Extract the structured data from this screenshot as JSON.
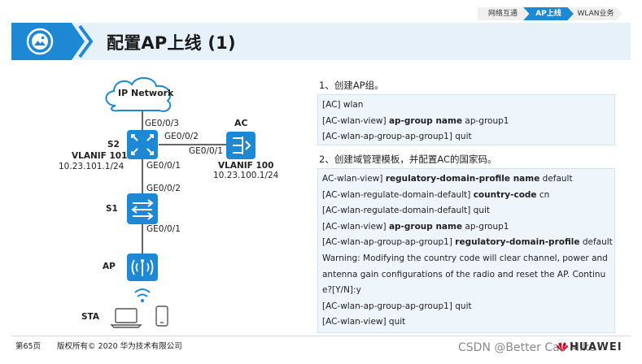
{
  "breadcrumb": [
    "网络互通",
    "AP上线",
    "WLAN业务"
  ],
  "title": "配置AP上线 (1)",
  "diagram": {
    "cloud_label": "IP Network",
    "s2_name": "S2",
    "s2_vlanif": "VLANIF 101",
    "s2_ip": "10.23.101.1/24",
    "ac_name": "AC",
    "ac_vlanif": "VLANIF 100",
    "ac_ip": "10.23.100.1/24",
    "s1_name": "S1",
    "ap_name": "AP",
    "sta_name": "STA",
    "ports": {
      "s2_up": "GE0/0/3",
      "s2_to_ac": "GE0/0/2",
      "ac_port": "GE0/0/1",
      "s2_down": "GE0/0/1",
      "s1_up": "GE0/0/2",
      "s1_down": "GE0/0/1"
    }
  },
  "step1": {
    "heading": "1、创建AP组。",
    "lines": [
      {
        "pre": "[AC] wlan",
        "bold": "",
        "post": ""
      },
      {
        "pre": "[AC-wlan-view] ",
        "bold": "ap-group name",
        "post": " ap-group1"
      },
      {
        "pre": "[AC-wlan-ap-group-ap-group1] quit",
        "bold": "",
        "post": ""
      }
    ]
  },
  "step2": {
    "heading": "2、创建域管理模板，并配置AC的国家码。",
    "lines": [
      {
        "pre": "AC-wlan-view] ",
        "bold": "regulatory-domain-profile name",
        "post": " default"
      },
      {
        "pre": "[AC-wlan-regulate-domain-default] ",
        "bold": "country-code",
        "post": " cn"
      },
      {
        "pre": "[AC-wlan-regulate-domain-default] quit",
        "bold": "",
        "post": ""
      },
      {
        "pre": "[AC-wlan-view] ",
        "bold": "ap-group name",
        "post": " ap-group1"
      },
      {
        "pre": "[AC-wlan-ap-group-ap-group1] ",
        "bold": "regulatory-domain-profile",
        "post": " default"
      },
      {
        "pre": "Warning: Modifying the country code will clear channel, power and",
        "bold": "",
        "post": ""
      },
      {
        "pre": "antenna gain configurations of the radio and reset the AP. Continu",
        "bold": "",
        "post": ""
      },
      {
        "pre": "e?[Y/N]:y",
        "bold": "",
        "post": ""
      },
      {
        "pre": "[AC-wlan-ap-group-ap-group1] quit",
        "bold": "",
        "post": ""
      },
      {
        "pre": "[AC-wlan-view] quit",
        "bold": "",
        "post": ""
      }
    ]
  },
  "footer": {
    "page": "第65页",
    "copyright": "版权所有© 2020 华为技术有限公司",
    "watermark": "CSDN @Better Call Mike",
    "brand": "HUAWEI"
  },
  "colors": {
    "accent": "#1e88d4",
    "title_band": "#e6f1fa",
    "code_bg": "#eef6fc"
  }
}
